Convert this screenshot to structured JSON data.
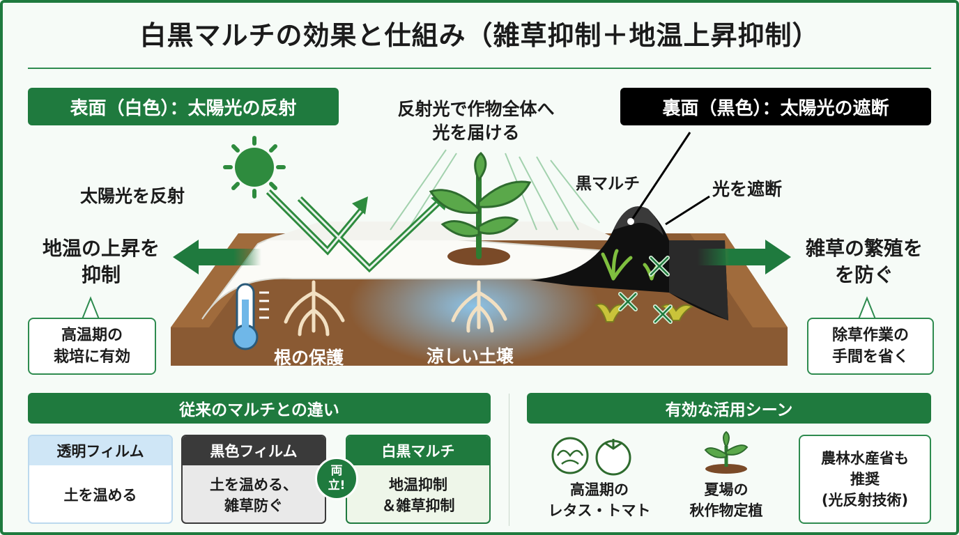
{
  "title": "白黒マルチの効果と仕組み（雑草抑制＋地温上昇抑制）",
  "left_header": "表面（白色）：太陽光の反射",
  "right_header": "裏面（黒色）：太陽光の遮断",
  "center_caption_line1": "反射光で作物全体へ",
  "center_caption_line2": "光を届ける",
  "reflect_label": "太陽光を反射",
  "black_mulch_label": "黒マルチ",
  "block_light_label": "光を遮断",
  "left_effect_line1": "地温の上昇を",
  "left_effect_line2": "抑制",
  "left_callout_line1": "高温期の",
  "left_callout_line2": "栽培に有効",
  "right_effect_line1": "雑草の繁殖を",
  "right_effect_line2": "を防ぐ",
  "right_callout_line1": "除草作業の",
  "right_callout_line2": "手間を省く",
  "root_label": "根の保護",
  "cool_soil_label": "涼しい土壌",
  "comparison": {
    "header": "従来のマルチとの違い",
    "items": [
      {
        "name": "透明フィルム",
        "line1": "土を温める",
        "line2": ""
      },
      {
        "name": "黒色フィルム",
        "line1": "土を温める、",
        "line2": "雑草防ぐ"
      },
      {
        "name": "白黒マルチ",
        "line1": "地温抑制",
        "line2": "＆雑草抑制"
      }
    ],
    "badge_line1": "両",
    "badge_line2": "立!"
  },
  "scenes": {
    "header": "有効な活用シーン",
    "scene1_line1": "高温期の",
    "scene1_line2": "レタス・トマト",
    "scene2_line1": "夏場の",
    "scene2_line2": "秋作物定植",
    "endorse_line1": "農林水産省も",
    "endorse_line2": "推奨",
    "endorse_line3": "(光反射技術)"
  },
  "colors": {
    "brand_green": "#1f7a3e",
    "soil_brown": "#8a5a33",
    "black_mulch": "#000000",
    "sun_green": "#2e8b3e"
  }
}
